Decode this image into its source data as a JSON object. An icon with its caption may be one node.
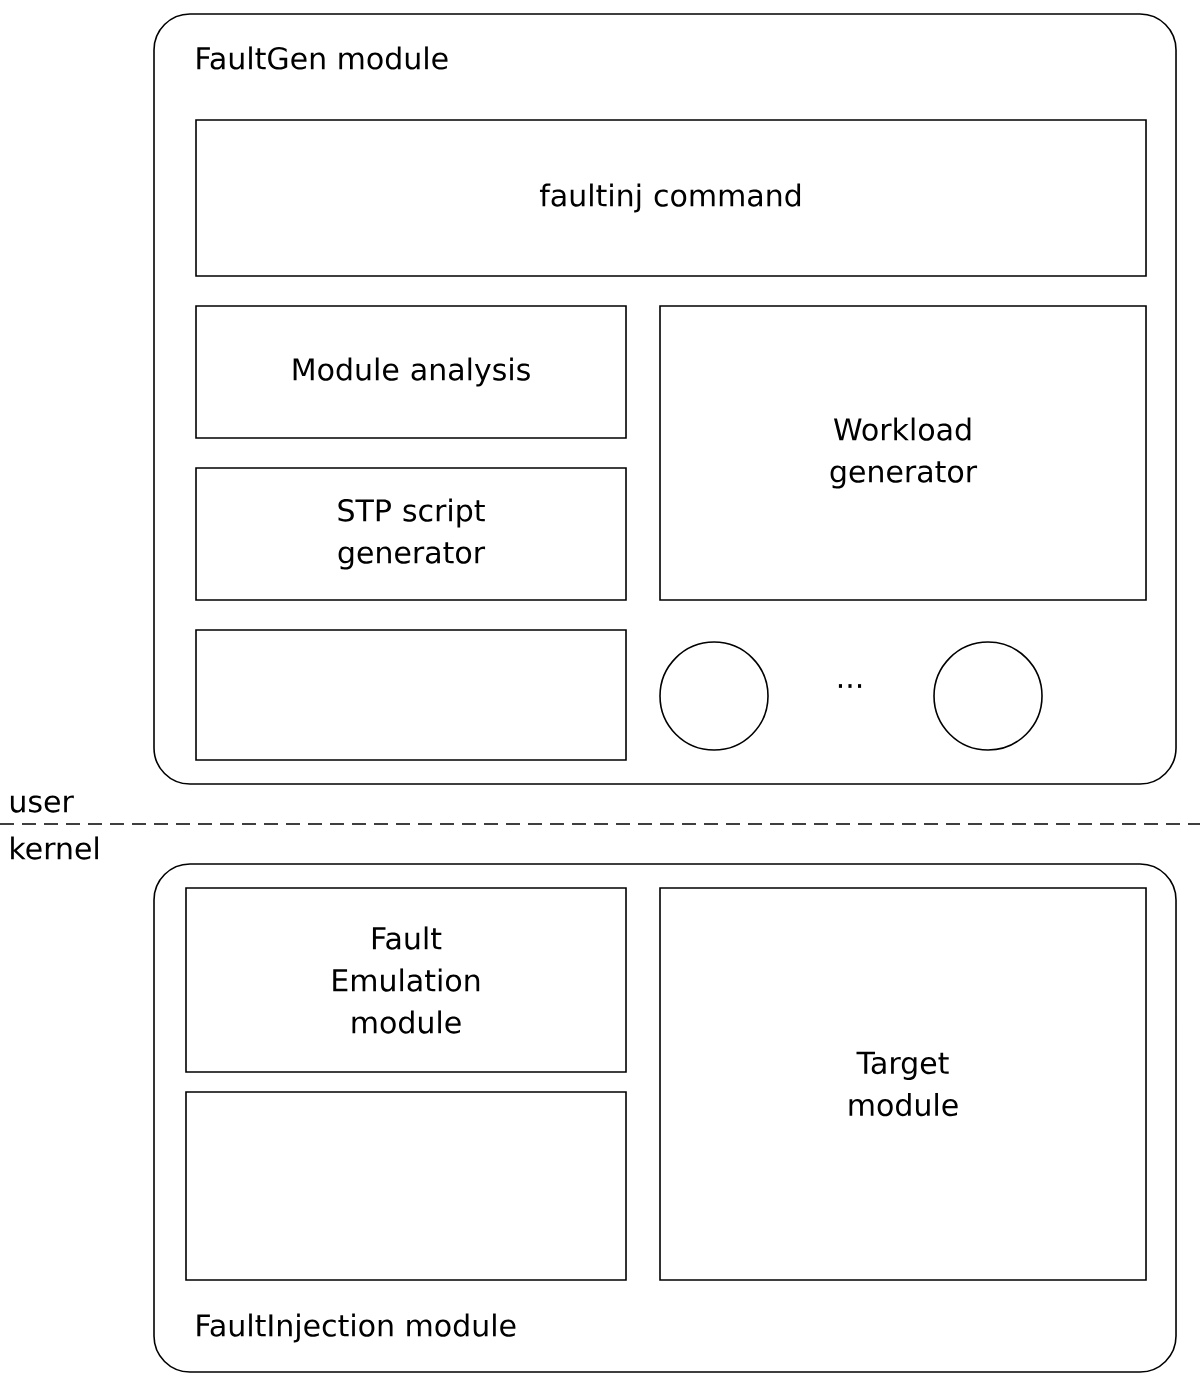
{
  "diagram": {
    "nodes": [
      {
        "text": [
          "FaultGen module"
        ]
      },
      {
        "text": [
          "faultinj command"
        ],
        "in": 0
      },
      {
        "text": [
          "Module analysis"
        ],
        "in": 0
      },
      {
        "text": [
          "STP script generator"
        ],
        "in": 0
      },
      {
        "text": [],
        "shape": "box",
        "in": 0
      },
      {
        "text": [
          "Workload generator"
        ],
        "in": 0
      },
      {
        "text": [],
        "shape": "circle",
        "in": 0
      },
      {
        "text": [],
        "shape": "circle",
        "in": 0
      },
      {
        "text": [
          "FaultInjection module"
        ]
      },
      {
        "text": [
          "Fault Emulation module"
        ],
        "in": 8
      },
      {
        "text": [],
        "shape": "box",
        "in": 8
      },
      {
        "text": [
          "Target module"
        ],
        "in": 8
      }
    ],
    "labels": [
      "...",
      "user",
      "kernel"
    ]
  }
}
